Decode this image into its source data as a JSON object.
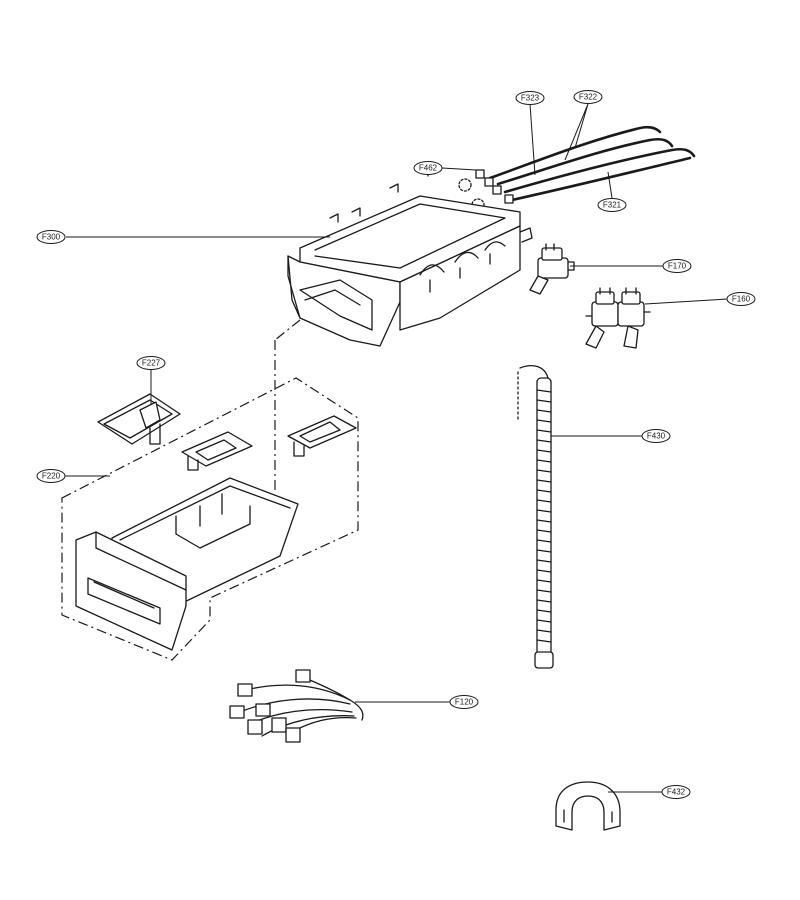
{
  "parts": [
    {
      "id": "F323",
      "label": "F323"
    },
    {
      "id": "F322",
      "label": "F322"
    },
    {
      "id": "F462",
      "label": "F462"
    },
    {
      "id": "F321",
      "label": "F321"
    },
    {
      "id": "F300",
      "label": "F300"
    },
    {
      "id": "F170",
      "label": "F170"
    },
    {
      "id": "F160",
      "label": "F160"
    },
    {
      "id": "F227",
      "label": "F227"
    },
    {
      "id": "F430",
      "label": "F430"
    },
    {
      "id": "F220",
      "label": "F220"
    },
    {
      "id": "F120",
      "label": "F120"
    },
    {
      "id": "F432",
      "label": "F432"
    }
  ],
  "colors": {
    "line": "#1a1a1a",
    "background": "#ffffff"
  }
}
